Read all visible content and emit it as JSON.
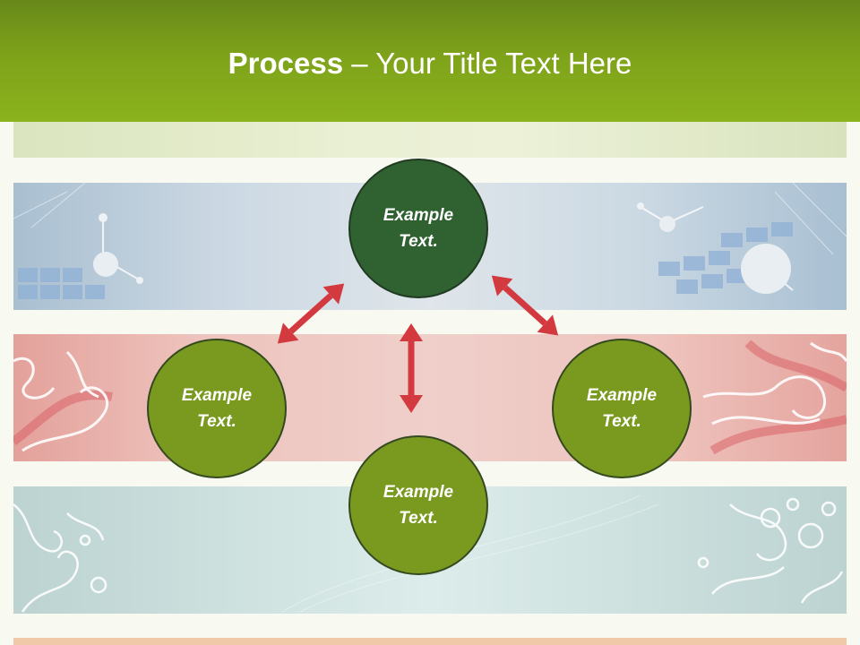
{
  "title": {
    "bold": "Process",
    "rest": " – Your Title Text Here"
  },
  "nodes": {
    "top": {
      "line1": "Example",
      "line2": "Text."
    },
    "left": {
      "line1": "Example",
      "line2": "Text."
    },
    "right": {
      "line1": "Example",
      "line2": "Text."
    },
    "bottom": {
      "line1": "Example",
      "line2": "Text."
    }
  },
  "colors": {
    "header": "#7ea21a",
    "node_green": "#7a9a1f",
    "node_dark": "#2f6131",
    "arrow": "#d33a3f"
  }
}
